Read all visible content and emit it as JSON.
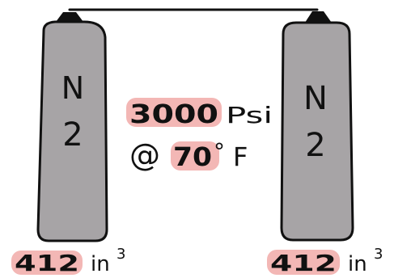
{
  "colors": {
    "cylinder_fill": "#a7a4a6",
    "cylinder_outline": "#111111",
    "highlight": "#f3b7b5",
    "background": "#ffffff",
    "ink": "#111111"
  },
  "left_cylinder": {
    "label_line1": "N",
    "label_line2": "2",
    "volume_value": "412",
    "volume_unit": "in",
    "volume_exponent": "3"
  },
  "right_cylinder": {
    "label_line1": "N",
    "label_line2": "2",
    "volume_value": "412",
    "volume_unit": "in",
    "volume_exponent": "3"
  },
  "pressure": {
    "value": "3000",
    "unit": "Psi"
  },
  "temperature": {
    "at_symbol": "@",
    "value": "70",
    "degree": "°",
    "unit": "F"
  }
}
